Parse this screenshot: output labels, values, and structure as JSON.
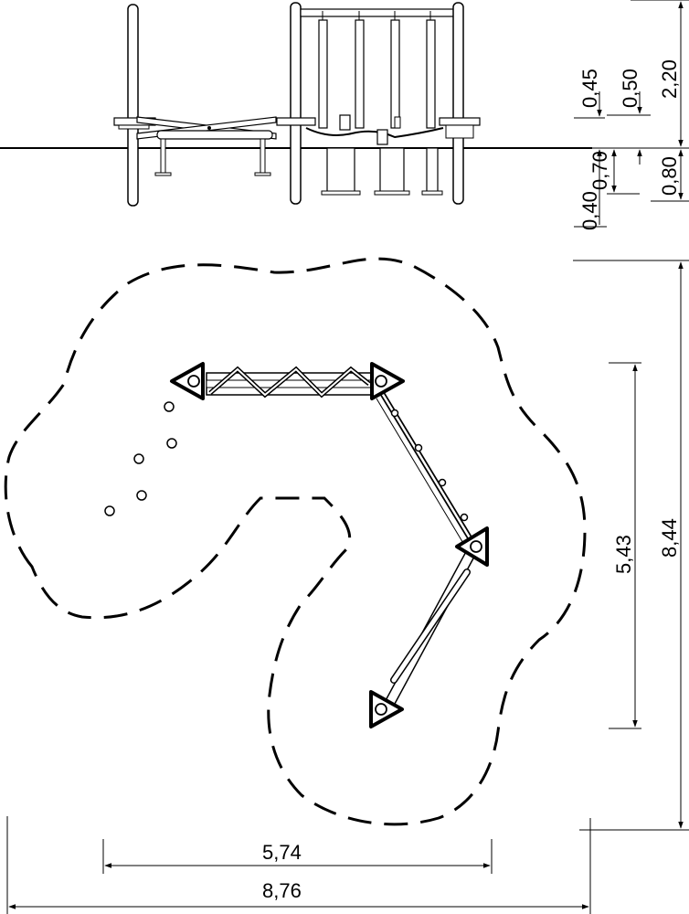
{
  "dimensions": {
    "elevation": {
      "d045": "0,45",
      "d050": "0,50",
      "d220": "2,20",
      "d070": "0,70",
      "d080": "0,80",
      "d040": "0,40"
    },
    "plan": {
      "width_inner": "5,74",
      "width_outer": "8,76",
      "depth_inner": "5,43",
      "depth_outer": "8,44"
    }
  },
  "colors": {
    "line": "#000000",
    "background": "#ffffff"
  }
}
